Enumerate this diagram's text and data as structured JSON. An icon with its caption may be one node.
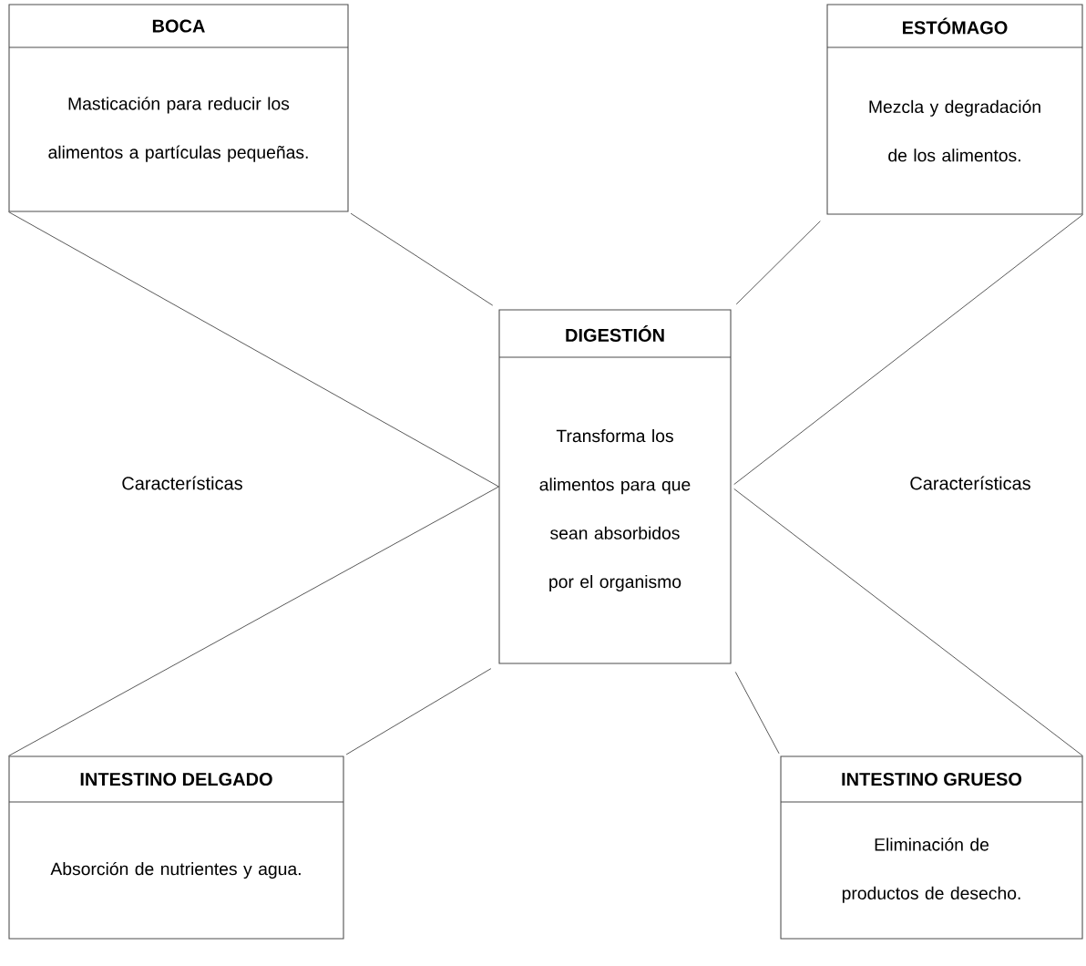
{
  "diagram": {
    "nodes": [
      {
        "text": [
          "BOCA",
          "Masticación para reducir los alimentos a partículas pequeñas."
        ]
      },
      {
        "text": [
          "ESTÓMAGO",
          "Mezcla y degradación de los alimentos."
        ]
      },
      {
        "text": [
          "DIGESTIÓN",
          "Transforma los alimentos para que sean absorbidos por el organismo"
        ]
      },
      {
        "text": [
          "INTESTINO DELGADO",
          "Absorción de nutrientes y agua."
        ]
      },
      {
        "text": [
          "INTESTINO GRUESO",
          "Eliminación de productos de desecho."
        ]
      }
    ],
    "edges": [
      {
        "from": 0,
        "to": 2,
        "arrow": "none"
      },
      {
        "from": 0,
        "to": 2,
        "arrow": "none"
      },
      {
        "from": 1,
        "to": 2,
        "arrow": "none"
      },
      {
        "from": 1,
        "to": 2,
        "arrow": "none"
      },
      {
        "from": 3,
        "to": 2,
        "arrow": "none"
      },
      {
        "from": 3,
        "to": 2,
        "arrow": "none"
      },
      {
        "from": 4,
        "to": 2,
        "arrow": "none"
      },
      {
        "from": 4,
        "to": 2,
        "arrow": "none"
      }
    ],
    "labels": [
      "Características",
      "Características"
    ]
  }
}
